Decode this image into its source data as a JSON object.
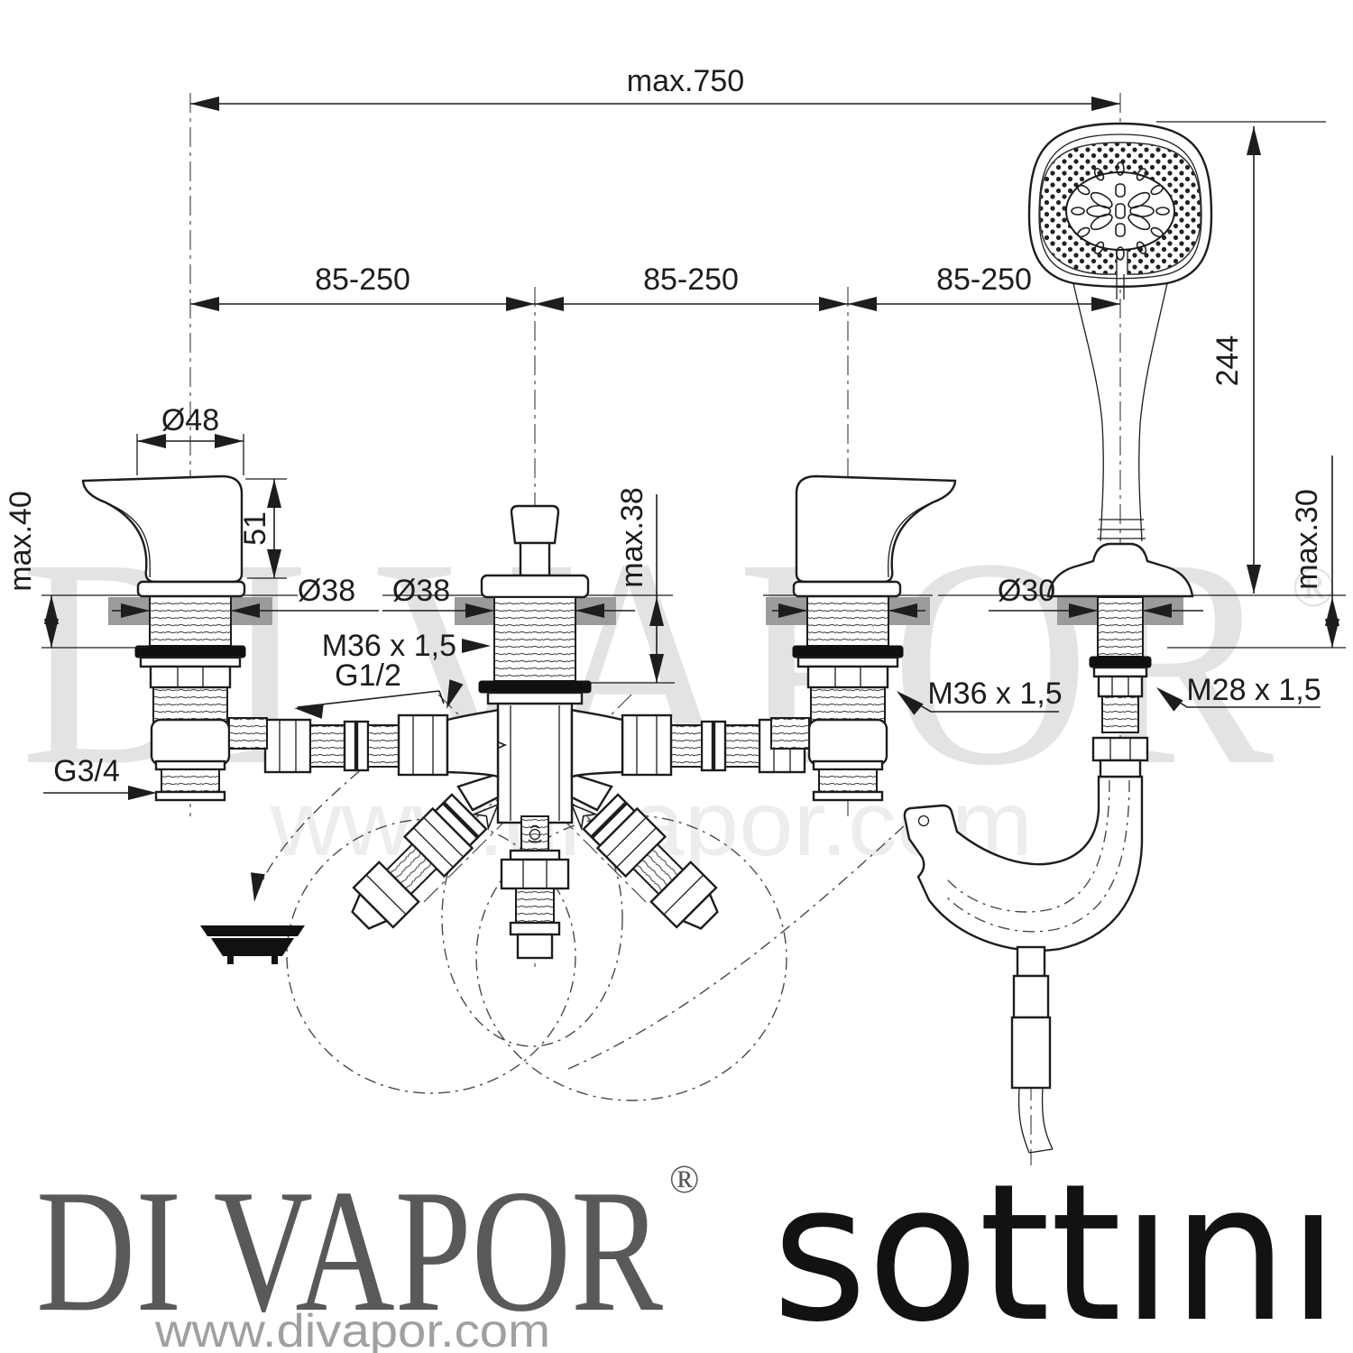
{
  "diagram": {
    "title_semantic": "bath-shower-mixer-dimension-diagram",
    "dimensions": {
      "overall_max_width": "max.750",
      "spacing_left": "85-250",
      "spacing_center": "85-250",
      "spacing_right": "85-250",
      "handset_height": "244",
      "handle_diameter": "Ø48",
      "handle_body_height": "51",
      "deck_max_left": "max.40",
      "hole_left": "Ø38",
      "hole_center": "Ø38",
      "deck_max_center": "max.38",
      "thread_center": "M36 x 1,5",
      "hose_thread": "G1/2",
      "inlet_thread": "G3/4",
      "hole_handset": "Ø30",
      "deck_max_handset": "max.30",
      "thread_right_valve": "M36 x 1,5",
      "thread_handset_socket": "M28 x 1,5"
    },
    "watermark": {
      "brand": "DI VAPOR",
      "registered": "®",
      "url": "www.divapor.com"
    }
  },
  "footer": {
    "divapor_logo": "DI VAPOR",
    "divapor_registered": "®",
    "divapor_url": "www.divapor.com",
    "sottini_logo": "sottını"
  },
  "colors": {
    "line": "#1d1d1d",
    "deck_gray": "#9b9b9b",
    "watermark_gray": "#e3e3e3",
    "logo_gray": "#58595b",
    "sottini_black": "#121212"
  }
}
